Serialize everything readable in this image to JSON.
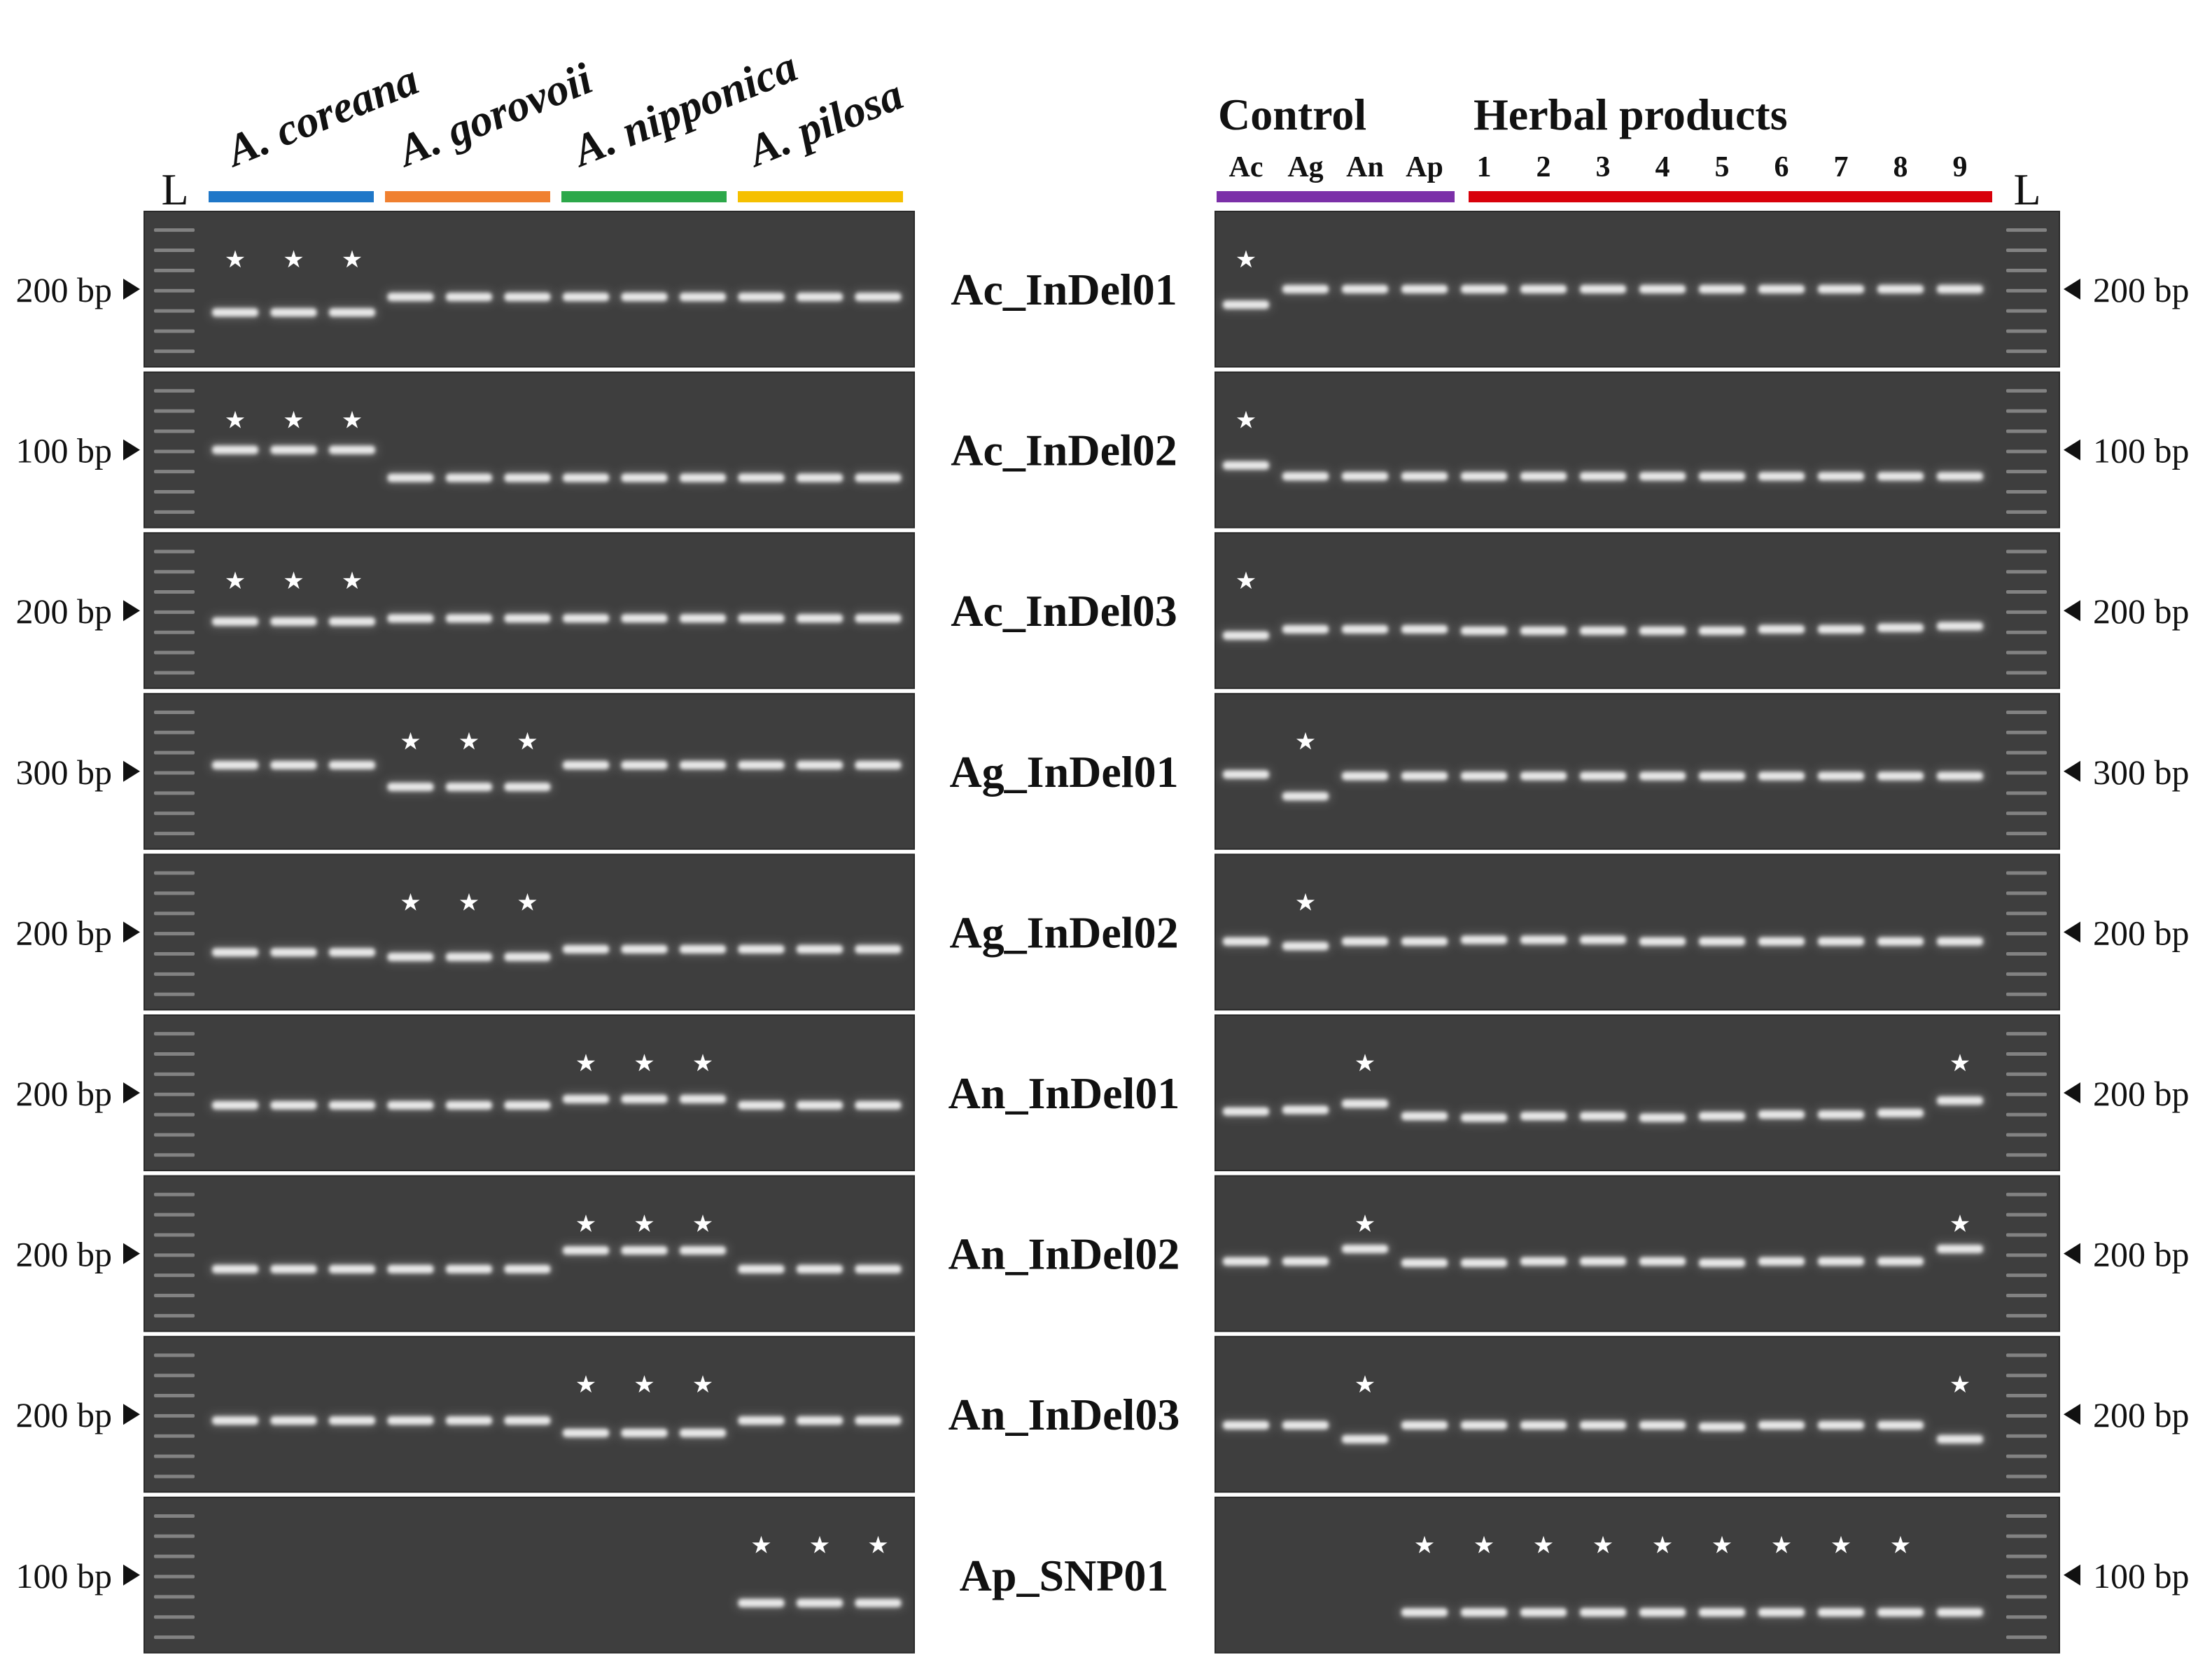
{
  "species_labels": [
    "A. coreana",
    "A. gorovoii",
    "A. nipponica",
    "A. pilosa"
  ],
  "species_colors": [
    "#1f77c8",
    "#f08030",
    "#2ca84a",
    "#f5c000"
  ],
  "ladder_label": "L",
  "right_headers": {
    "control": "Control",
    "herbal": "Herbal products",
    "control_color": "#7b2fa8",
    "herbal_color": "#d8000a"
  },
  "control_lanes": [
    "Ac",
    "Ag",
    "An",
    "Ap"
  ],
  "herbal_lanes": [
    "1",
    "2",
    "3",
    "4",
    "5",
    "6",
    "7",
    "8",
    "9"
  ],
  "star_glyph": "★",
  "marker_icon": "triangle-arrow-icon",
  "markers": [
    {
      "name": "Ac_InDel01",
      "left_size": "200 bp",
      "right_size": "200 bp",
      "left_bands": [
        0.65,
        0.65,
        0.65,
        0.55,
        0.55,
        0.55,
        0.55,
        0.55,
        0.55,
        0.55,
        0.55,
        0.55
      ],
      "left_stars": [
        0,
        1,
        2
      ],
      "right_bands": [
        0.6,
        0.5,
        0.5,
        0.5,
        0.5,
        0.5,
        0.5,
        0.5,
        0.5,
        0.5,
        0.5,
        0.5,
        0.5
      ],
      "right_stars": [
        0
      ]
    },
    {
      "name": "Ac_InDel02",
      "left_size": "100 bp",
      "right_size": "100 bp",
      "left_bands": [
        0.5,
        0.5,
        0.5,
        0.68,
        0.68,
        0.68,
        0.68,
        0.68,
        0.68,
        0.68,
        0.68,
        0.68
      ],
      "left_stars": [
        0,
        1,
        2
      ],
      "right_bands": [
        0.6,
        0.67,
        0.67,
        0.67,
        0.67,
        0.67,
        0.67,
        0.67,
        0.67,
        0.67,
        0.67,
        0.67,
        0.67
      ],
      "right_stars": [
        0
      ]
    },
    {
      "name": "Ac_InDel03",
      "left_size": "200 bp",
      "right_size": "200 bp",
      "left_bands": [
        0.57,
        0.57,
        0.57,
        0.55,
        0.55,
        0.55,
        0.55,
        0.55,
        0.55,
        0.55,
        0.55,
        0.55
      ],
      "left_stars": [
        0,
        1,
        2
      ],
      "right_bands": [
        0.66,
        0.62,
        0.62,
        0.62,
        0.63,
        0.63,
        0.63,
        0.63,
        0.63,
        0.62,
        0.62,
        0.61,
        0.6
      ],
      "right_stars": [
        0
      ]
    },
    {
      "name": "Ag_InDel01",
      "left_size": "300 bp",
      "right_size": "300 bp",
      "left_bands": [
        0.46,
        0.46,
        0.46,
        0.6,
        0.6,
        0.6,
        0.46,
        0.46,
        0.46,
        0.46,
        0.46,
        0.46
      ],
      "left_stars": [
        3,
        4,
        5
      ],
      "right_bands": [
        0.52,
        0.66,
        0.53,
        0.53,
        0.53,
        0.53,
        0.53,
        0.53,
        0.53,
        0.53,
        0.53,
        0.53,
        0.53
      ],
      "right_stars": [
        1
      ]
    },
    {
      "name": "Ag_InDel02",
      "left_size": "200 bp",
      "right_size": "200 bp",
      "left_bands": [
        0.63,
        0.63,
        0.63,
        0.66,
        0.66,
        0.66,
        0.61,
        0.61,
        0.61,
        0.61,
        0.61,
        0.61
      ],
      "left_stars": [
        3,
        4,
        5
      ],
      "right_bands": [
        0.56,
        0.59,
        0.56,
        0.56,
        0.55,
        0.55,
        0.55,
        0.56,
        0.56,
        0.56,
        0.56,
        0.56,
        0.56
      ],
      "right_stars": [
        1
      ]
    },
    {
      "name": "An_InDel01",
      "left_size": "200 bp",
      "right_size": "200 bp",
      "left_bands": [
        0.58,
        0.58,
        0.58,
        0.58,
        0.58,
        0.58,
        0.54,
        0.54,
        0.54,
        0.58,
        0.58,
        0.58
      ],
      "left_stars": [
        6,
        7,
        8
      ],
      "right_bands": [
        0.62,
        0.61,
        0.57,
        0.65,
        0.66,
        0.65,
        0.65,
        0.66,
        0.65,
        0.64,
        0.64,
        0.63,
        0.55
      ],
      "right_stars": [
        2,
        12
      ]
    },
    {
      "name": "An_InDel02",
      "left_size": "200 bp",
      "right_size": "200 bp",
      "left_bands": [
        0.6,
        0.6,
        0.6,
        0.6,
        0.6,
        0.6,
        0.48,
        0.48,
        0.48,
        0.6,
        0.6,
        0.6
      ],
      "left_stars": [
        6,
        7,
        8
      ],
      "right_bands": [
        0.55,
        0.55,
        0.47,
        0.56,
        0.56,
        0.55,
        0.55,
        0.55,
        0.56,
        0.55,
        0.55,
        0.55,
        0.47
      ],
      "right_stars": [
        2,
        12
      ]
    },
    {
      "name": "An_InDel03",
      "left_size": "200 bp",
      "right_size": "200 bp",
      "left_bands": [
        0.54,
        0.54,
        0.54,
        0.54,
        0.54,
        0.54,
        0.62,
        0.62,
        0.62,
        0.54,
        0.54,
        0.54
      ],
      "left_stars": [
        6,
        7,
        8
      ],
      "right_bands": [
        0.57,
        0.57,
        0.66,
        0.57,
        0.57,
        0.57,
        0.57,
        0.57,
        0.58,
        0.57,
        0.57,
        0.57,
        0.66
      ],
      "right_stars": [
        2,
        12
      ]
    },
    {
      "name": "Ap_SNP01",
      "left_size": "100 bp",
      "right_size": "100 bp",
      "left_bands": [
        null,
        null,
        null,
        null,
        null,
        null,
        null,
        null,
        null,
        0.68,
        0.68,
        0.68
      ],
      "left_stars": [
        9,
        10,
        11
      ],
      "right_bands": [
        null,
        null,
        null,
        0.74,
        0.74,
        0.74,
        0.74,
        0.74,
        0.74,
        0.74,
        0.74,
        0.74,
        0.74
      ],
      "right_stars": [
        3,
        4,
        5,
        6,
        7,
        8,
        9,
        10,
        11
      ]
    }
  ]
}
